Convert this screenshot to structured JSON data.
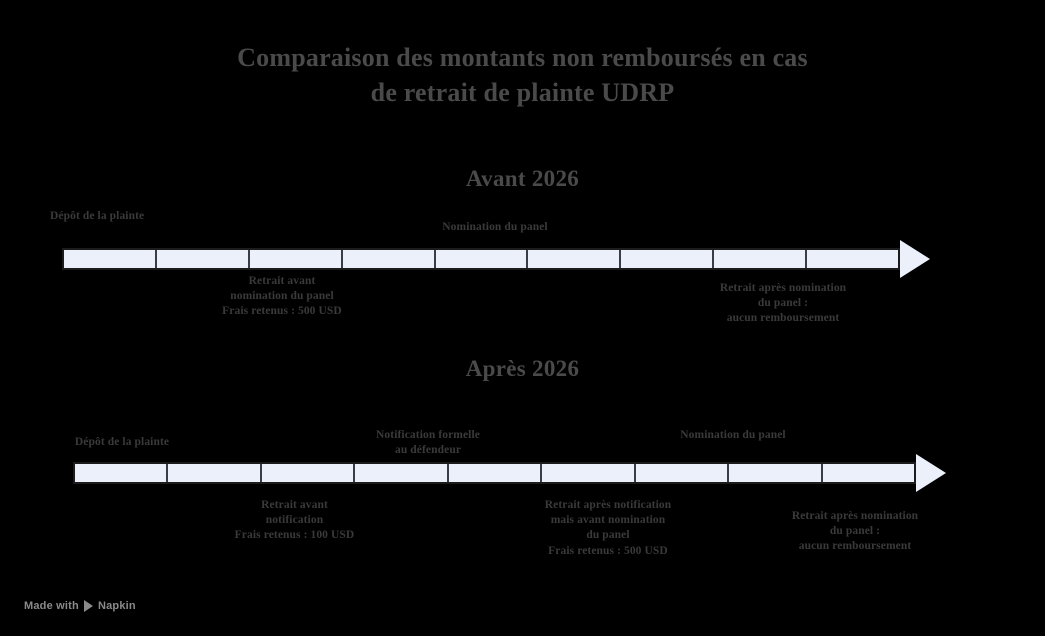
{
  "title": "Comparaison des montants non remboursés en cas\nde retrait de plainte UDRP",
  "sections": [
    {
      "heading": "Avant 2026",
      "segments": 9,
      "labels_above": [
        {
          "text": "Dépôt de la plainte"
        },
        {
          "text": "Nomination du panel"
        }
      ],
      "labels_below": [
        {
          "text": "Retrait avant\nnomination du panel\nFrais retenus : 500 USD"
        },
        {
          "text": "Retrait après nomination\ndu panel :\naucun remboursement"
        }
      ]
    },
    {
      "heading": "Après 2026",
      "segments": 9,
      "labels_above": [
        {
          "text": "Dépôt de la plainte"
        },
        {
          "text": "Notification formelle\nau défendeur"
        },
        {
          "text": "Nomination du panel"
        }
      ],
      "labels_below": [
        {
          "text": "Retrait avant\nnotification\nFrais retenus : 100 USD"
        },
        {
          "text": "Retrait après notification\nmais avant nomination\ndu panel\nFrais retenus : 500 USD"
        },
        {
          "text": "Retrait après nomination\ndu panel :\naucun remboursement"
        }
      ]
    }
  ],
  "watermark": {
    "prefix": "Made with",
    "brand": "Napkin"
  },
  "colors": {
    "background": "#000000",
    "title_text": "#4a4a4a",
    "label_text": "#3a3a3a",
    "bar_fill": "#ebf0fb",
    "bar_border": "#1c1c1c",
    "watermark_text": "#8a8a8a"
  }
}
